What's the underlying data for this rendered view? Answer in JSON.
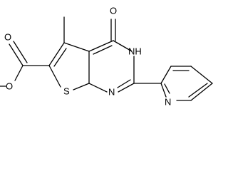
{
  "molecule": {
    "atoms": {
      "carbonyl_o": "O",
      "nh": "NH",
      "ring_s": "S",
      "ring_n": "N",
      "pyridine_n": "N",
      "ester_o_double": "O",
      "ester_o_single": "O"
    }
  },
  "colors": {
    "bond": "#000000",
    "label": "#000000",
    "background": "#ffffff"
  }
}
